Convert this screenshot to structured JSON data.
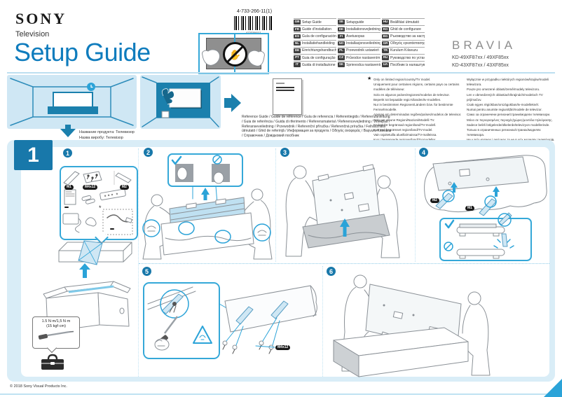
{
  "header": {
    "brand": "SONY",
    "subtitle": "Television",
    "title": "Setup Guide",
    "part_number": "4-733-266-11(1)",
    "barcode_digits": "4733266111",
    "bravia": "BRAVIA",
    "models": [
      "KD-49XF87xx / 49XF85xx",
      "KD-43XF87xx / 43XF85xx"
    ]
  },
  "languages": {
    "col1": [
      {
        "code": "GB",
        "label": "Setup Guide"
      },
      {
        "code": "FR",
        "label": "Guide d'installation"
      },
      {
        "code": "ES",
        "label": "Guía de configuración"
      },
      {
        "code": "NL",
        "label": "Installatiehandleiding"
      },
      {
        "code": "DE",
        "label": "Einrichtungshandbuch"
      },
      {
        "code": "PT",
        "label": "Guia de configuração"
      },
      {
        "code": "IT",
        "label": "Guida di installazione"
      }
    ],
    "col2": [
      {
        "code": "SE",
        "label": "Setupguide"
      },
      {
        "code": "DK",
        "label": "Installationsvejledning"
      },
      {
        "code": "FI",
        "label": "Asetusopas"
      },
      {
        "code": "NO",
        "label": "Installasjonsveiledning"
      },
      {
        "code": "PL",
        "label": "Przewodnik ustawień"
      },
      {
        "code": "CZ",
        "label": "Průvodce nastavením"
      },
      {
        "code": "SK",
        "label": "Sprievodca nastavením"
      }
    ],
    "col3": [
      {
        "code": "HU",
        "label": "Beállítási útmutató"
      },
      {
        "code": "RO",
        "label": "Ghid de configurare"
      },
      {
        "code": "BG",
        "label": "Ръководство за настройка"
      },
      {
        "code": "GR",
        "label": "Οδηγός εγκατάστασης"
      },
      {
        "code": "TR",
        "label": "Kurulum Kılavuzu"
      },
      {
        "code": "RU",
        "label": "Руководство по установке"
      },
      {
        "code": "UA",
        "label": "Посібник із налаштування"
      }
    ]
  },
  "band": {
    "product_note": "Название продукта: Телевизор\nНазва виробу: Телевізор",
    "reference_guide": "Reference Guide / Guide de référence / Guía de referencia / Referentiegids / Referenzanleitung / Guia de referência / Guida di riferimento / Referensmaterial / Referencevejledning / Viiteopas / Referanseveiledning / Przewodnik / Referenční příručka / Referenčná príručka / Felhasználói útmutató / Ghid de referinţă / Информация за продукта / Οδηγός αναφοράς / Başvuru Kılavuzu / Справочник / Довідковий посібник",
    "star": "★",
    "footnote_left": "Only on limited region/country/TV model.\nUniquement pour certaines régions, certains pays ou certains modèles de téléviseur.\nSolo en algunos países/regiones/modelos de televisor.\nBeperkt tot bepaalde regio's/landen/tv-modellen.\nNur in bestimmten Regionen/Ländern bzw. für bestimmte Fernsehmodelle.\nApenas em determinadas regiões/países/modelos de televisor.\nSolo per alcune Regioni/Nazioni/Modelli TV.\nEndast för begränsad region/land/TV-modell.\nKun ved begrænset region/land/TV-model.\nVain rajoitetuilla alueilla/maissa/TV-malleissa.\nKun i begrensede regioner/land/TV-modeller.",
    "footnote_right": "Wyłącznie w przypadku niektórych regionów/krajów/modeli telewizora.\nPouze pro omezené oblasti/země/modely televizoru.\nLen v obmedzených oblastiach/krajinách/modeloch TV prijímačov.\nCsak egyes régiókban/országokban/tv-modelleknél.\nNumai pentru anumite regiuni/țări/modele de televizor.\nСамо за ограничени региони/страни/модели телевизори.\nΜόνο σε περιορισμένες περιοχές/χώρες/μοντέλα τηλεόρασης.\nSadece belirli bölgelerde/ülkelerde/televizyon modellerinde.\nТолько в ограниченных регионах/странах/моделях телевизора.\nНе у всіх країнах і регіонах та не в усіх моделях телевізорів."
  },
  "section": {
    "number": "1",
    "steps": [
      "1",
      "2",
      "3",
      "4",
      "5",
      "6"
    ],
    "parts": {
      "m1": "M1",
      "m2": "M2",
      "screws": "M4x12",
      "star": "*"
    },
    "torque": "1.5 N·m/1,5 N·m\n(15 kgf·cm)"
  },
  "footer": {
    "copyright": "© 2018 Sony Visual Products Inc."
  },
  "colors": {
    "accent": "#35a8d8",
    "brand_blue": "#0f7cbd",
    "dark_blue": "#1878aa",
    "panel_blue": "#d9edf7"
  }
}
